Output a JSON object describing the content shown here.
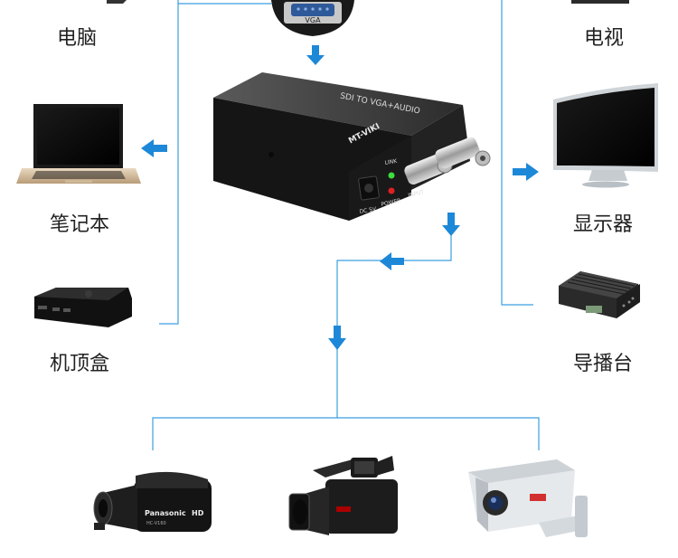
{
  "labels": {
    "computer": "电脑",
    "tv": "电视",
    "laptop": "笔记本",
    "monitor": "显示器",
    "settop": "机顶盒",
    "broadcast": "导播台"
  },
  "device": {
    "title": "SDI TO VGA+AUDIO",
    "brand": "MT-VIKI",
    "vga": "VGA",
    "link": "LINK",
    "dc": "DC 5V",
    "power": "POWER",
    "input": "INPUT"
  },
  "camcorder": {
    "brand": "Panasonic",
    "hd": "HD",
    "model": "HC-V160"
  },
  "colors": {
    "line": "#3b9fe0",
    "arrow": "#1e88d8"
  }
}
